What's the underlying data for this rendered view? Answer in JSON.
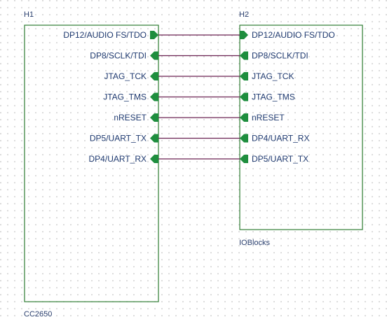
{
  "colors": {
    "box_border": "#2e7d32",
    "pin_fill": "#1e8e3e",
    "wire": "#6b2252",
    "pin_text": "#1f3a70",
    "ref_text": "#2a3f6e"
  },
  "components": {
    "h1": {
      "designator": "H1",
      "name": "CC2650",
      "pins": [
        {
          "label": "DP12/AUDIO FS/TDO",
          "direction": "output"
        },
        {
          "label": "DP8/SCLK/TDI",
          "direction": "input"
        },
        {
          "label": "JTAG_TCK",
          "direction": "input"
        },
        {
          "label": "JTAG_TMS",
          "direction": "input"
        },
        {
          "label": "nRESET",
          "direction": "input"
        },
        {
          "label": "DP5/UART_TX",
          "direction": "input"
        },
        {
          "label": "DP4/UART_RX",
          "direction": "input"
        }
      ]
    },
    "h2": {
      "designator": "H2",
      "name": "IOBlocks",
      "pins": [
        {
          "label": "DP12/AUDIO FS/TDO",
          "direction": "input"
        },
        {
          "label": "DP8/SCLK/TDI",
          "direction": "output"
        },
        {
          "label": "JTAG_TCK",
          "direction": "output"
        },
        {
          "label": "JTAG_TMS",
          "direction": "output"
        },
        {
          "label": "nRESET",
          "direction": "output"
        },
        {
          "label": "DP4/UART_RX",
          "direction": "output"
        },
        {
          "label": "DP5/UART_TX",
          "direction": "output"
        }
      ]
    }
  }
}
